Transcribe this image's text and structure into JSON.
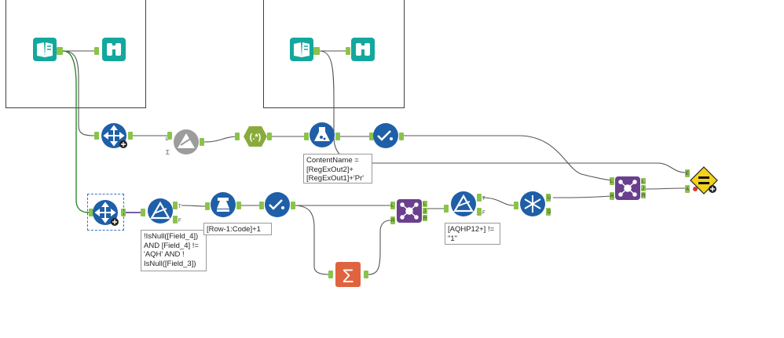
{
  "canvas": {
    "containers": [
      {
        "id": "container-1"
      },
      {
        "id": "container-2"
      }
    ],
    "annotations": {
      "regex_formula": "ContentName =\n[RegExOut2]+\n[RegExOut1]+'Pr'",
      "filter1": "!IsNull([Field_4])\nAND [Field_4] !=\n'AQH' AND !\nIsNull([Field_3])",
      "multirow": "[Row-1:Code]+1",
      "filter2": "[AQHP12+] !=\n\"1\""
    },
    "anchors": {
      "left": "L",
      "join": "J",
      "right": "R",
      "true": "T",
      "false": "F",
      "unique": "U",
      "duplicate": "D",
      "expected": "E",
      "actual": "A"
    },
    "icons": {
      "input": "book-input-icon",
      "browse": "binoculars-browse-icon",
      "select": "select-arrows-icon",
      "tile": "tile-icon",
      "regex": "regex-icon",
      "formula": "formula-flask-icon",
      "sample": "sample-check-icon",
      "filter": "filter-triangle-icon",
      "multirow": "multi-row-formula-icon",
      "join": "join-icon",
      "summarize": "summarize-sigma-icon",
      "unique": "unique-snowflake-icon",
      "test": "test-equals-icon"
    },
    "colors": {
      "teal": "#13a89e",
      "blue": "#1f5fa8",
      "olive": "#8aab3b",
      "purple": "#6a3f8e",
      "salmon": "#e0633f",
      "gray": "#9c9c9c",
      "yellow": "#f3d21a",
      "connector": "#8bc34a"
    }
  }
}
